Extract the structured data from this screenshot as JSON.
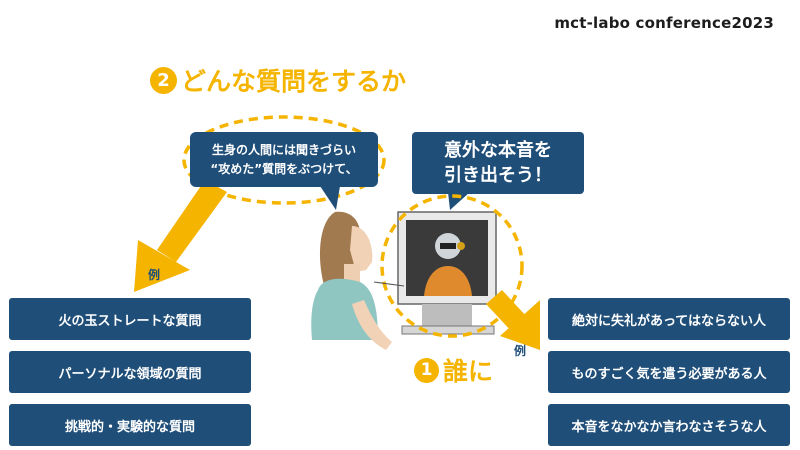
{
  "brand": "mct-labo conference2023",
  "step2": {
    "number": "2",
    "title": "どんな質問をするか"
  },
  "step1": {
    "number": "1",
    "title": "誰に"
  },
  "bubble_left": {
    "line1": "生身の人間には聞きづらい",
    "line2": "“攻めた”質問をぶつけて、"
  },
  "bubble_right": {
    "line1": "意外な本音を",
    "line2": "引き出そう！"
  },
  "example_label": "例",
  "question_examples": [
    "火の玉ストレートな質問",
    "パーソナルな領域の質問",
    "挑戦的・実験的な質問"
  ],
  "target_examples": [
    "絶対に失礼があってはならない人",
    "ものすごく気を遣う必要がある人",
    "本音をなかなか言わなさそうな人"
  ],
  "colors": {
    "accent": "#f5b400",
    "navy": "#1f4e79"
  }
}
